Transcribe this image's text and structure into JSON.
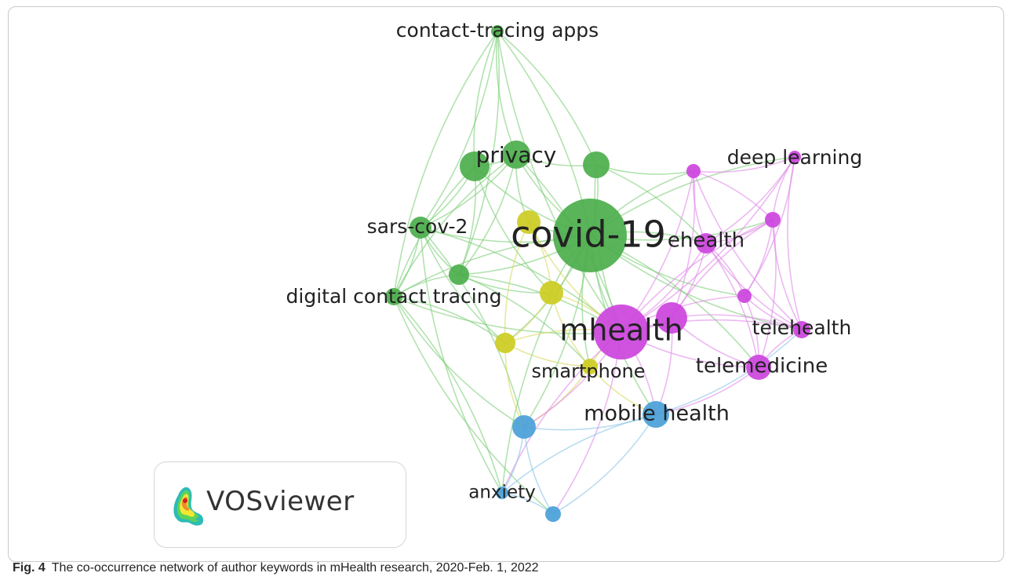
{
  "diagram": {
    "colors": {
      "green": "#4cae4c",
      "magenta": "#cc44dd",
      "yellow": "#cccc22",
      "blue": "#4a9fd8",
      "edge_green": "#7fcf7a",
      "edge_magenta": "#e08ae8",
      "edge_yellow": "#d8d860",
      "edge_blue": "#8cc4e8"
    },
    "nodes": [
      {
        "id": "contact-tracing-apps",
        "label": "contact-tracing apps",
        "cluster": "green"
      },
      {
        "id": "privacy",
        "label": "privacy",
        "cluster": "green"
      },
      {
        "id": "green-unlabeled-1",
        "label": "",
        "cluster": "green"
      },
      {
        "id": "green-unlabeled-2",
        "label": "",
        "cluster": "green"
      },
      {
        "id": "covid-19",
        "label": "covid-19",
        "cluster": "green"
      },
      {
        "id": "sars-cov-2",
        "label": "sars-cov-2",
        "cluster": "green"
      },
      {
        "id": "green-unlabeled-3",
        "label": "",
        "cluster": "green"
      },
      {
        "id": "digital-contact-tracing",
        "label": "digital contact tracing",
        "cluster": "green"
      },
      {
        "id": "yellow-unlabeled-1",
        "label": "",
        "cluster": "yellow"
      },
      {
        "id": "yellow-unlabeled-2",
        "label": "",
        "cluster": "yellow"
      },
      {
        "id": "yellow-unlabeled-3",
        "label": "",
        "cluster": "yellow"
      },
      {
        "id": "smartphone",
        "label": "smartphone",
        "cluster": "yellow"
      },
      {
        "id": "deep-learning",
        "label": "deep learning",
        "cluster": "magenta"
      },
      {
        "id": "magenta-unlabeled-1",
        "label": "",
        "cluster": "magenta"
      },
      {
        "id": "magenta-unlabeled-2",
        "label": "",
        "cluster": "magenta"
      },
      {
        "id": "ehealth",
        "label": "ehealth",
        "cluster": "magenta"
      },
      {
        "id": "magenta-unlabeled-3",
        "label": "",
        "cluster": "magenta"
      },
      {
        "id": "magenta-unlabeled-4",
        "label": "",
        "cluster": "magenta"
      },
      {
        "id": "mhealth",
        "label": "mhealth",
        "cluster": "magenta"
      },
      {
        "id": "telehealth",
        "label": "telehealth",
        "cluster": "magenta"
      },
      {
        "id": "telemedicine",
        "label": "telemedicine",
        "cluster": "magenta"
      },
      {
        "id": "mobile-health",
        "label": "mobile health",
        "cluster": "blue"
      },
      {
        "id": "blue-unlabeled-1",
        "label": "",
        "cluster": "blue"
      },
      {
        "id": "anxiety",
        "label": "anxiety",
        "cluster": "blue"
      },
      {
        "id": "blue-unlabeled-2",
        "label": "",
        "cluster": "blue"
      }
    ],
    "edges": [
      [
        "contact-tracing-apps",
        "privacy"
      ],
      [
        "contact-tracing-apps",
        "covid-19"
      ],
      [
        "contact-tracing-apps",
        "green-unlabeled-1"
      ],
      [
        "contact-tracing-apps",
        "green-unlabeled-2"
      ],
      [
        "contact-tracing-apps",
        "digital-contact-tracing"
      ],
      [
        "contact-tracing-apps",
        "sars-cov-2"
      ],
      [
        "contact-tracing-apps",
        "mhealth"
      ],
      [
        "contact-tracing-apps",
        "green-unlabeled-3"
      ],
      [
        "privacy",
        "covid-19"
      ],
      [
        "privacy",
        "green-unlabeled-1"
      ],
      [
        "privacy",
        "green-unlabeled-2"
      ],
      [
        "privacy",
        "sars-cov-2"
      ],
      [
        "privacy",
        "digital-contact-tracing"
      ],
      [
        "privacy",
        "mhealth"
      ],
      [
        "privacy",
        "yellow-unlabeled-1"
      ],
      [
        "privacy",
        "green-unlabeled-3"
      ],
      [
        "green-unlabeled-1",
        "covid-19"
      ],
      [
        "green-unlabeled-1",
        "sars-cov-2"
      ],
      [
        "green-unlabeled-1",
        "digital-contact-tracing"
      ],
      [
        "green-unlabeled-1",
        "green-unlabeled-3"
      ],
      [
        "green-unlabeled-1",
        "yellow-unlabeled-2"
      ],
      [
        "green-unlabeled-2",
        "covid-19"
      ],
      [
        "green-unlabeled-2",
        "mhealth"
      ],
      [
        "green-unlabeled-2",
        "ehealth"
      ],
      [
        "green-unlabeled-2",
        "magenta-unlabeled-1"
      ],
      [
        "covid-19",
        "sars-cov-2"
      ],
      [
        "covid-19",
        "digital-contact-tracing"
      ],
      [
        "covid-19",
        "green-unlabeled-3"
      ],
      [
        "covid-19",
        "mhealth"
      ],
      [
        "covid-19",
        "ehealth"
      ],
      [
        "covid-19",
        "telehealth"
      ],
      [
        "covid-19",
        "telemedicine"
      ],
      [
        "covid-19",
        "mobile-health"
      ],
      [
        "covid-19",
        "yellow-unlabeled-1"
      ],
      [
        "covid-19",
        "yellow-unlabeled-2"
      ],
      [
        "covid-19",
        "yellow-unlabeled-3"
      ],
      [
        "covid-19",
        "smartphone"
      ],
      [
        "covid-19",
        "magenta-unlabeled-1"
      ],
      [
        "covid-19",
        "magenta-unlabeled-2"
      ],
      [
        "covid-19",
        "deep-learning"
      ],
      [
        "covid-19",
        "magenta-unlabeled-4"
      ],
      [
        "covid-19",
        "blue-unlabeled-1"
      ],
      [
        "covid-19",
        "anxiety"
      ],
      [
        "sars-cov-2",
        "digital-contact-tracing"
      ],
      [
        "sars-cov-2",
        "green-unlabeled-3"
      ],
      [
        "sars-cov-2",
        "mhealth"
      ],
      [
        "sars-cov-2",
        "yellow-unlabeled-3"
      ],
      [
        "sars-cov-2",
        "blue-unlabeled-1"
      ],
      [
        "sars-cov-2",
        "anxiety"
      ],
      [
        "digital-contact-tracing",
        "green-unlabeled-3"
      ],
      [
        "digital-contact-tracing",
        "mhealth"
      ],
      [
        "digital-contact-tracing",
        "yellow-unlabeled-3"
      ],
      [
        "digital-contact-tracing",
        "blue-unlabeled-1"
      ],
      [
        "digital-contact-tracing",
        "anxiety"
      ],
      [
        "digital-contact-tracing",
        "blue-unlabeled-2"
      ],
      [
        "green-unlabeled-3",
        "mhealth"
      ],
      [
        "green-unlabeled-3",
        "yellow-unlabeled-2"
      ],
      [
        "green-unlabeled-3",
        "smartphone"
      ],
      [
        "yellow-unlabeled-1",
        "mhealth"
      ],
      [
        "yellow-unlabeled-1",
        "yellow-unlabeled-2"
      ],
      [
        "yellow-unlabeled-1",
        "yellow-unlabeled-3"
      ],
      [
        "yellow-unlabeled-2",
        "mhealth"
      ],
      [
        "yellow-unlabeled-2",
        "smartphone"
      ],
      [
        "yellow-unlabeled-2",
        "yellow-unlabeled-3"
      ],
      [
        "yellow-unlabeled-3",
        "smartphone"
      ],
      [
        "yellow-unlabeled-3",
        "mhealth"
      ],
      [
        "yellow-unlabeled-3",
        "blue-unlabeled-1"
      ],
      [
        "smartphone",
        "mhealth"
      ],
      [
        "smartphone",
        "mobile-health"
      ],
      [
        "smartphone",
        "blue-unlabeled-1"
      ],
      [
        "mhealth",
        "ehealth"
      ],
      [
        "mhealth",
        "telehealth"
      ],
      [
        "mhealth",
        "telemedicine"
      ],
      [
        "mhealth",
        "mobile-health"
      ],
      [
        "mhealth",
        "magenta-unlabeled-1"
      ],
      [
        "mhealth",
        "magenta-unlabeled-2"
      ],
      [
        "mhealth",
        "magenta-unlabeled-3"
      ],
      [
        "mhealth",
        "magenta-unlabeled-4"
      ],
      [
        "mhealth",
        "deep-learning"
      ],
      [
        "mhealth",
        "blue-unlabeled-1"
      ],
      [
        "mhealth",
        "anxiety"
      ],
      [
        "mhealth",
        "blue-unlabeled-2"
      ],
      [
        "magenta-unlabeled-3",
        "ehealth"
      ],
      [
        "magenta-unlabeled-3",
        "telehealth"
      ],
      [
        "magenta-unlabeled-3",
        "telemedicine"
      ],
      [
        "magenta-unlabeled-3",
        "mobile-health"
      ],
      [
        "magenta-unlabeled-3",
        "magenta-unlabeled-1"
      ],
      [
        "magenta-unlabeled-3",
        "magenta-unlabeled-2"
      ],
      [
        "ehealth",
        "telehealth"
      ],
      [
        "ehealth",
        "telemedicine"
      ],
      [
        "ehealth",
        "magenta-unlabeled-2"
      ],
      [
        "ehealth",
        "magenta-unlabeled-1"
      ],
      [
        "ehealth",
        "deep-learning"
      ],
      [
        "ehealth",
        "magenta-unlabeled-4"
      ],
      [
        "magenta-unlabeled-1",
        "deep-learning"
      ],
      [
        "magenta-unlabeled-1",
        "magenta-unlabeled-2"
      ],
      [
        "magenta-unlabeled-1",
        "telehealth"
      ],
      [
        "magenta-unlabeled-2",
        "deep-learning"
      ],
      [
        "magenta-unlabeled-2",
        "telehealth"
      ],
      [
        "magenta-unlabeled-2",
        "magenta-unlabeled-4"
      ],
      [
        "deep-learning",
        "telehealth"
      ],
      [
        "deep-learning",
        "magenta-unlabeled-4"
      ],
      [
        "magenta-unlabeled-4",
        "telehealth"
      ],
      [
        "magenta-unlabeled-4",
        "telemedicine"
      ],
      [
        "telehealth",
        "telemedicine"
      ],
      [
        "telemedicine",
        "mobile-health"
      ],
      [
        "telemedicine",
        "magenta-unlabeled-2"
      ],
      [
        "mobile-health",
        "blue-unlabeled-1"
      ],
      [
        "mobile-health",
        "anxiety"
      ],
      [
        "mobile-health",
        "blue-unlabeled-2"
      ],
      [
        "mobile-health",
        "telehealth"
      ],
      [
        "blue-unlabeled-1",
        "anxiety"
      ],
      [
        "blue-unlabeled-1",
        "blue-unlabeled-2"
      ],
      [
        "anxiety",
        "blue-unlabeled-2"
      ]
    ]
  },
  "logo": {
    "text": "VOSviewer"
  },
  "caption": {
    "label": "Fig. 4",
    "text": "The co-occurrence network of author keywords in mHealth research, 2020-Feb. 1, 2022"
  }
}
